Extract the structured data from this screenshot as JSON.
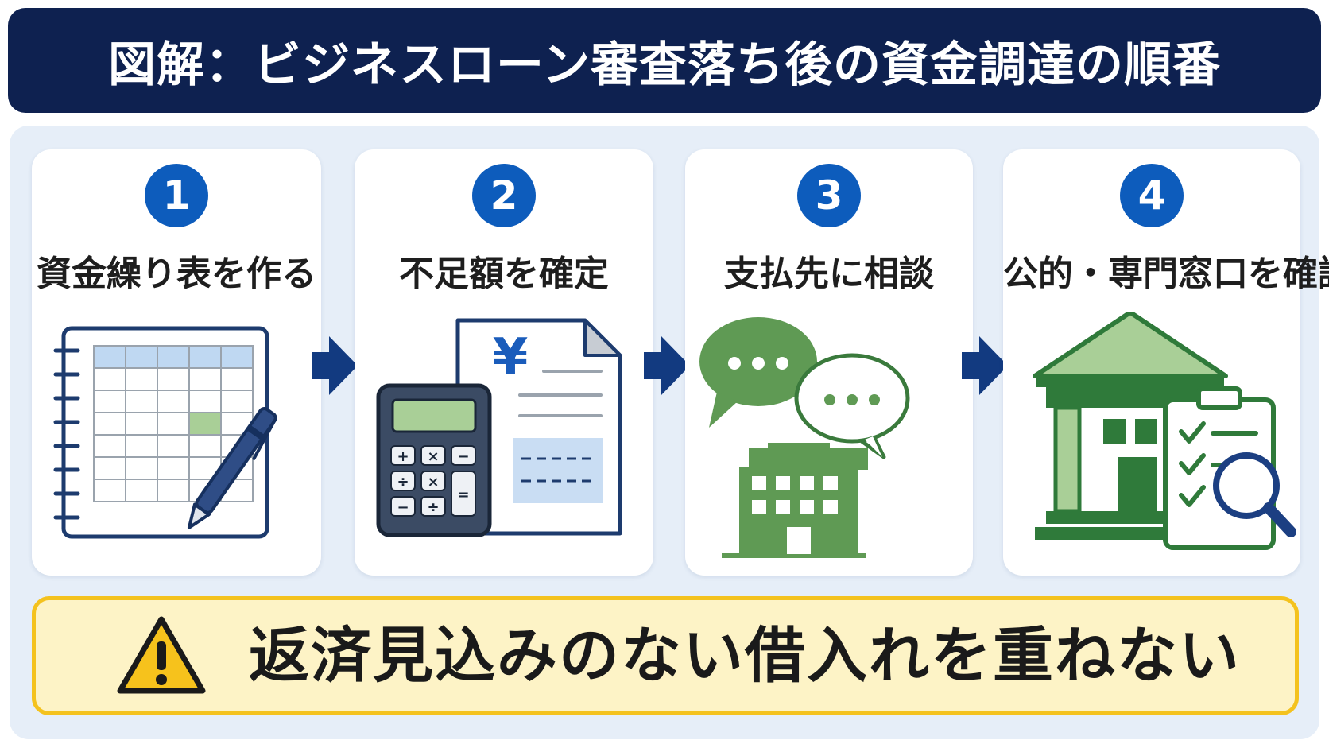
{
  "title": "図解：ビジネスローン審査落ち後の資金調達の順番",
  "steps": [
    {
      "number": "1",
      "label": "資金繰り表を作る",
      "illustration": "spreadsheet-notebook-pen-icon"
    },
    {
      "number": "2",
      "label": "不足額を確定",
      "illustration": "calculator-yen-document-icon"
    },
    {
      "number": "3",
      "label": "支払先に相談",
      "illustration": "speech-bubbles-building-icon"
    },
    {
      "number": "4",
      "label": "公的・専門窓口を確認",
      "illustration": "bank-clipboard-magnifier-icon"
    }
  ],
  "document_symbol": "¥",
  "warning": {
    "text": "返済見込みのない借入れを重ねない",
    "icon": "warning-triangle-icon"
  },
  "colors": {
    "navy": "#0e2150",
    "step_blue": "#0d5cbc",
    "arrow": "#123a80",
    "green": "#3f8f48",
    "warning_bg": "#fdf3c6",
    "warning_border": "#f4c21e",
    "panel_bg": "#e6eef8"
  }
}
